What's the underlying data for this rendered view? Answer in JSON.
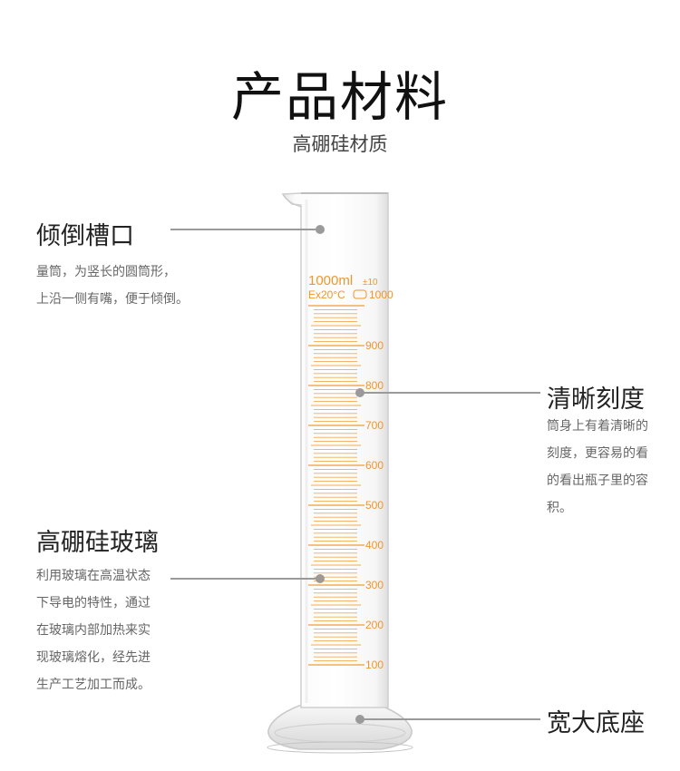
{
  "header": {
    "title": "产品材料",
    "subtitle": "高硼硅材质"
  },
  "features": [
    {
      "label": "倾倒槽口",
      "desc": "量筒，为竖长的圆筒形，\n上沿一侧有嘴，便于倾倒。"
    },
    {
      "label": "清晰刻度",
      "desc": "筒身上有着清晰的\n刻度，更容易的看\n的看出瓶子里的容\n积。"
    },
    {
      "label": "高硼硅玻璃",
      "desc": "利用玻璃在高温状态\n下导电的特性，通过\n在玻璃内部加热来实\n现玻璃熔化，经先进\n生产工艺加工而成。"
    },
    {
      "label": "宽大底座"
    }
  ],
  "cylinder": {
    "capacity": "1000ml",
    "tolerance": "±10",
    "calibration": "Ex20°C",
    "scale_labels": [
      "1000",
      "900",
      "800",
      "700",
      "600",
      "500",
      "400",
      "300",
      "200",
      "100"
    ],
    "graduation_color": "#f0962b"
  }
}
